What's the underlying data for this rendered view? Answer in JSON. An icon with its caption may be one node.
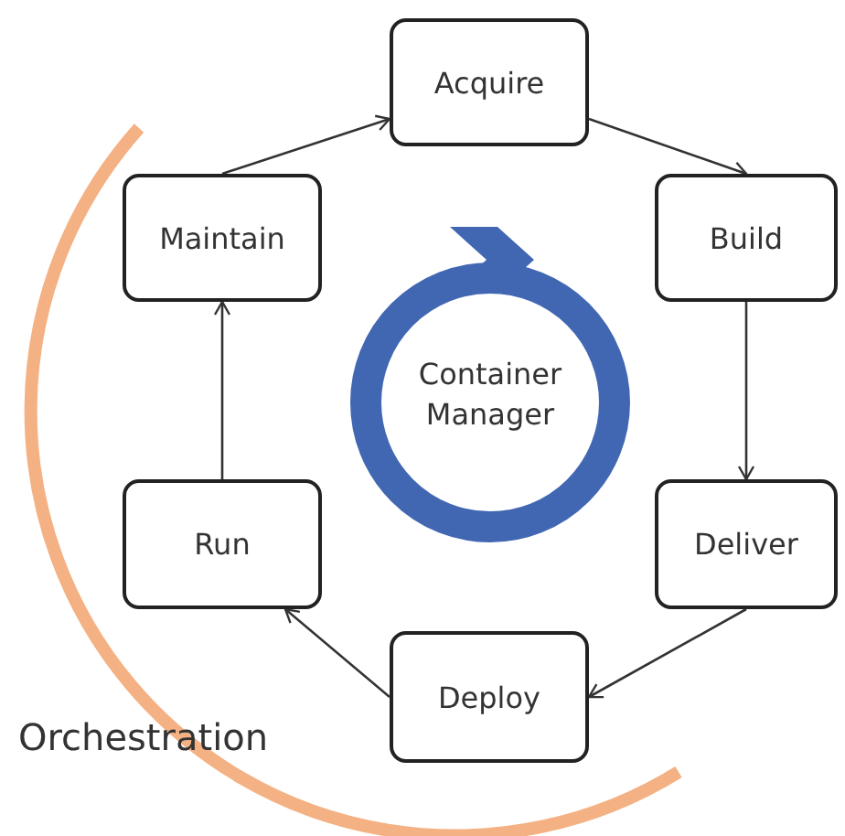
{
  "diagram": {
    "nodes": [
      {
        "text": [
          "Acquire"
        ]
      },
      {
        "text": [
          "Build"
        ]
      },
      {
        "text": [
          "Deliver"
        ]
      },
      {
        "text": [
          "Deploy"
        ]
      },
      {
        "text": [
          "Run"
        ]
      },
      {
        "text": [
          "Maintain"
        ]
      },
      {
        "text": [
          "Container Manager"
        ]
      }
    ],
    "edges": [
      {
        "from": 0,
        "to": 1,
        "arrow": "to"
      },
      {
        "from": 1,
        "to": 2,
        "arrow": "to"
      },
      {
        "from": 2,
        "to": 3,
        "arrow": "to"
      },
      {
        "from": 3,
        "to": 4,
        "arrow": "to"
      },
      {
        "from": 4,
        "to": 5,
        "arrow": "to"
      },
      {
        "from": 5,
        "to": 0,
        "arrow": "to"
      }
    ],
    "labels": [
      "Orchestration"
    ]
  }
}
